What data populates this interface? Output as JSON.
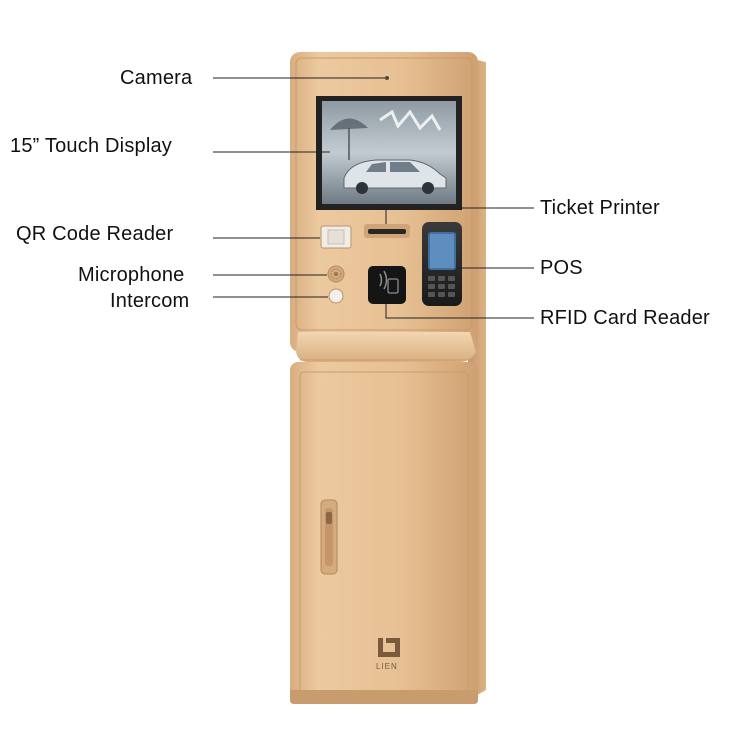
{
  "labels": {
    "camera": "Camera",
    "display": "15” Touch Display",
    "qr_reader": "QR Code Reader",
    "microphone": "Microphone",
    "intercom": "Intercom",
    "ticket_printer": "Ticket Printer",
    "pos": "POS",
    "rfid": "RFID Card Reader"
  },
  "brand": {
    "logo_text": "LIEN"
  },
  "colors": {
    "body": "#e2bb8f",
    "body_dark": "#c99d6f",
    "body_light": "#f0d3ae",
    "screen_frame": "#2a2a2a",
    "leader": "#222222"
  }
}
